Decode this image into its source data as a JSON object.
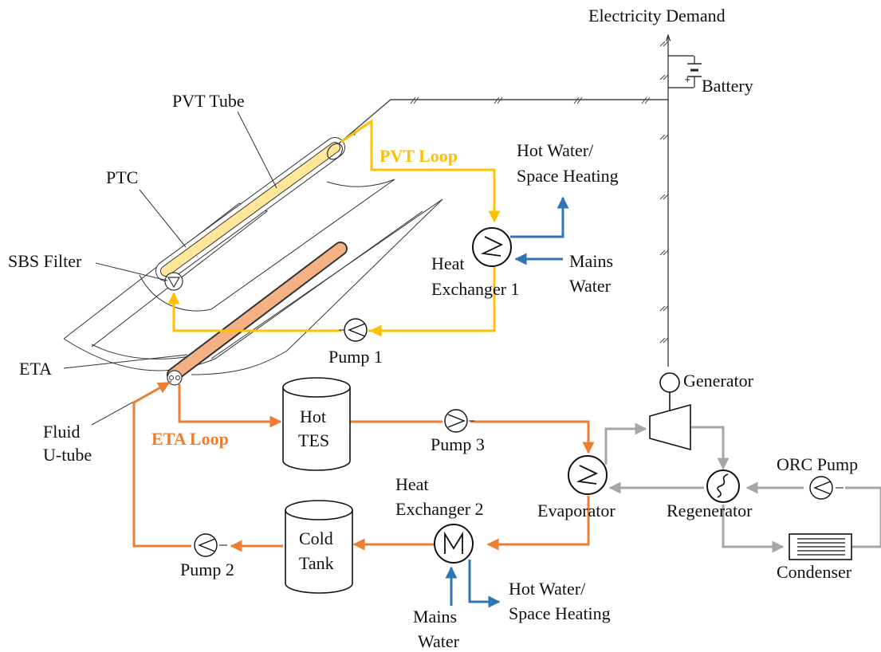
{
  "colors": {
    "pvt_loop": "#FFC000",
    "eta_loop": "#ED7D31",
    "water": "#2E75B6",
    "orc": "#A6A6A6",
    "electric": "#444444",
    "pvt_tube_fill": "#FFE699",
    "eta_tube_fill": "#F4B183"
  },
  "labels": {
    "electricity_demand": "Electricity  Demand",
    "battery": "Battery",
    "pvt_tube": "PVT Tube",
    "ptc": "PTC",
    "sbs_filter": "SBS Filter",
    "eta": "ETA",
    "fluid_utube": [
      "Fluid",
      "U-tube"
    ],
    "pvt_loop": "PVT Loop",
    "eta_loop": "ETA Loop",
    "hot_water_top": [
      "Hot Water/",
      "Space Heating"
    ],
    "hx1": [
      "Heat",
      "Exchanger 1"
    ],
    "mains_top": [
      "Mains",
      "Water"
    ],
    "pump1": "Pump 1",
    "pump2": "Pump 2",
    "pump3": "Pump 3",
    "hot_tes": [
      "Hot",
      "TES"
    ],
    "cold_tank": [
      "Cold",
      "Tank"
    ],
    "hx2": [
      "Heat",
      "Exchanger 2"
    ],
    "hot_water_bottom": [
      "Hot Water/",
      "Space Heating"
    ],
    "mains_bottom": [
      "Mains",
      "Water"
    ],
    "generator": "Generator",
    "evaporator": "Evaporator",
    "regenerator": "Regenerator",
    "orc_pump": "ORC Pump",
    "condenser": "Condenser"
  },
  "icons": [
    "heat-exchanger-icon",
    "pump-icon",
    "turbine-icon",
    "generator-icon",
    "battery-icon",
    "tank-icon",
    "condenser-icon",
    "regenerator-icon"
  ]
}
